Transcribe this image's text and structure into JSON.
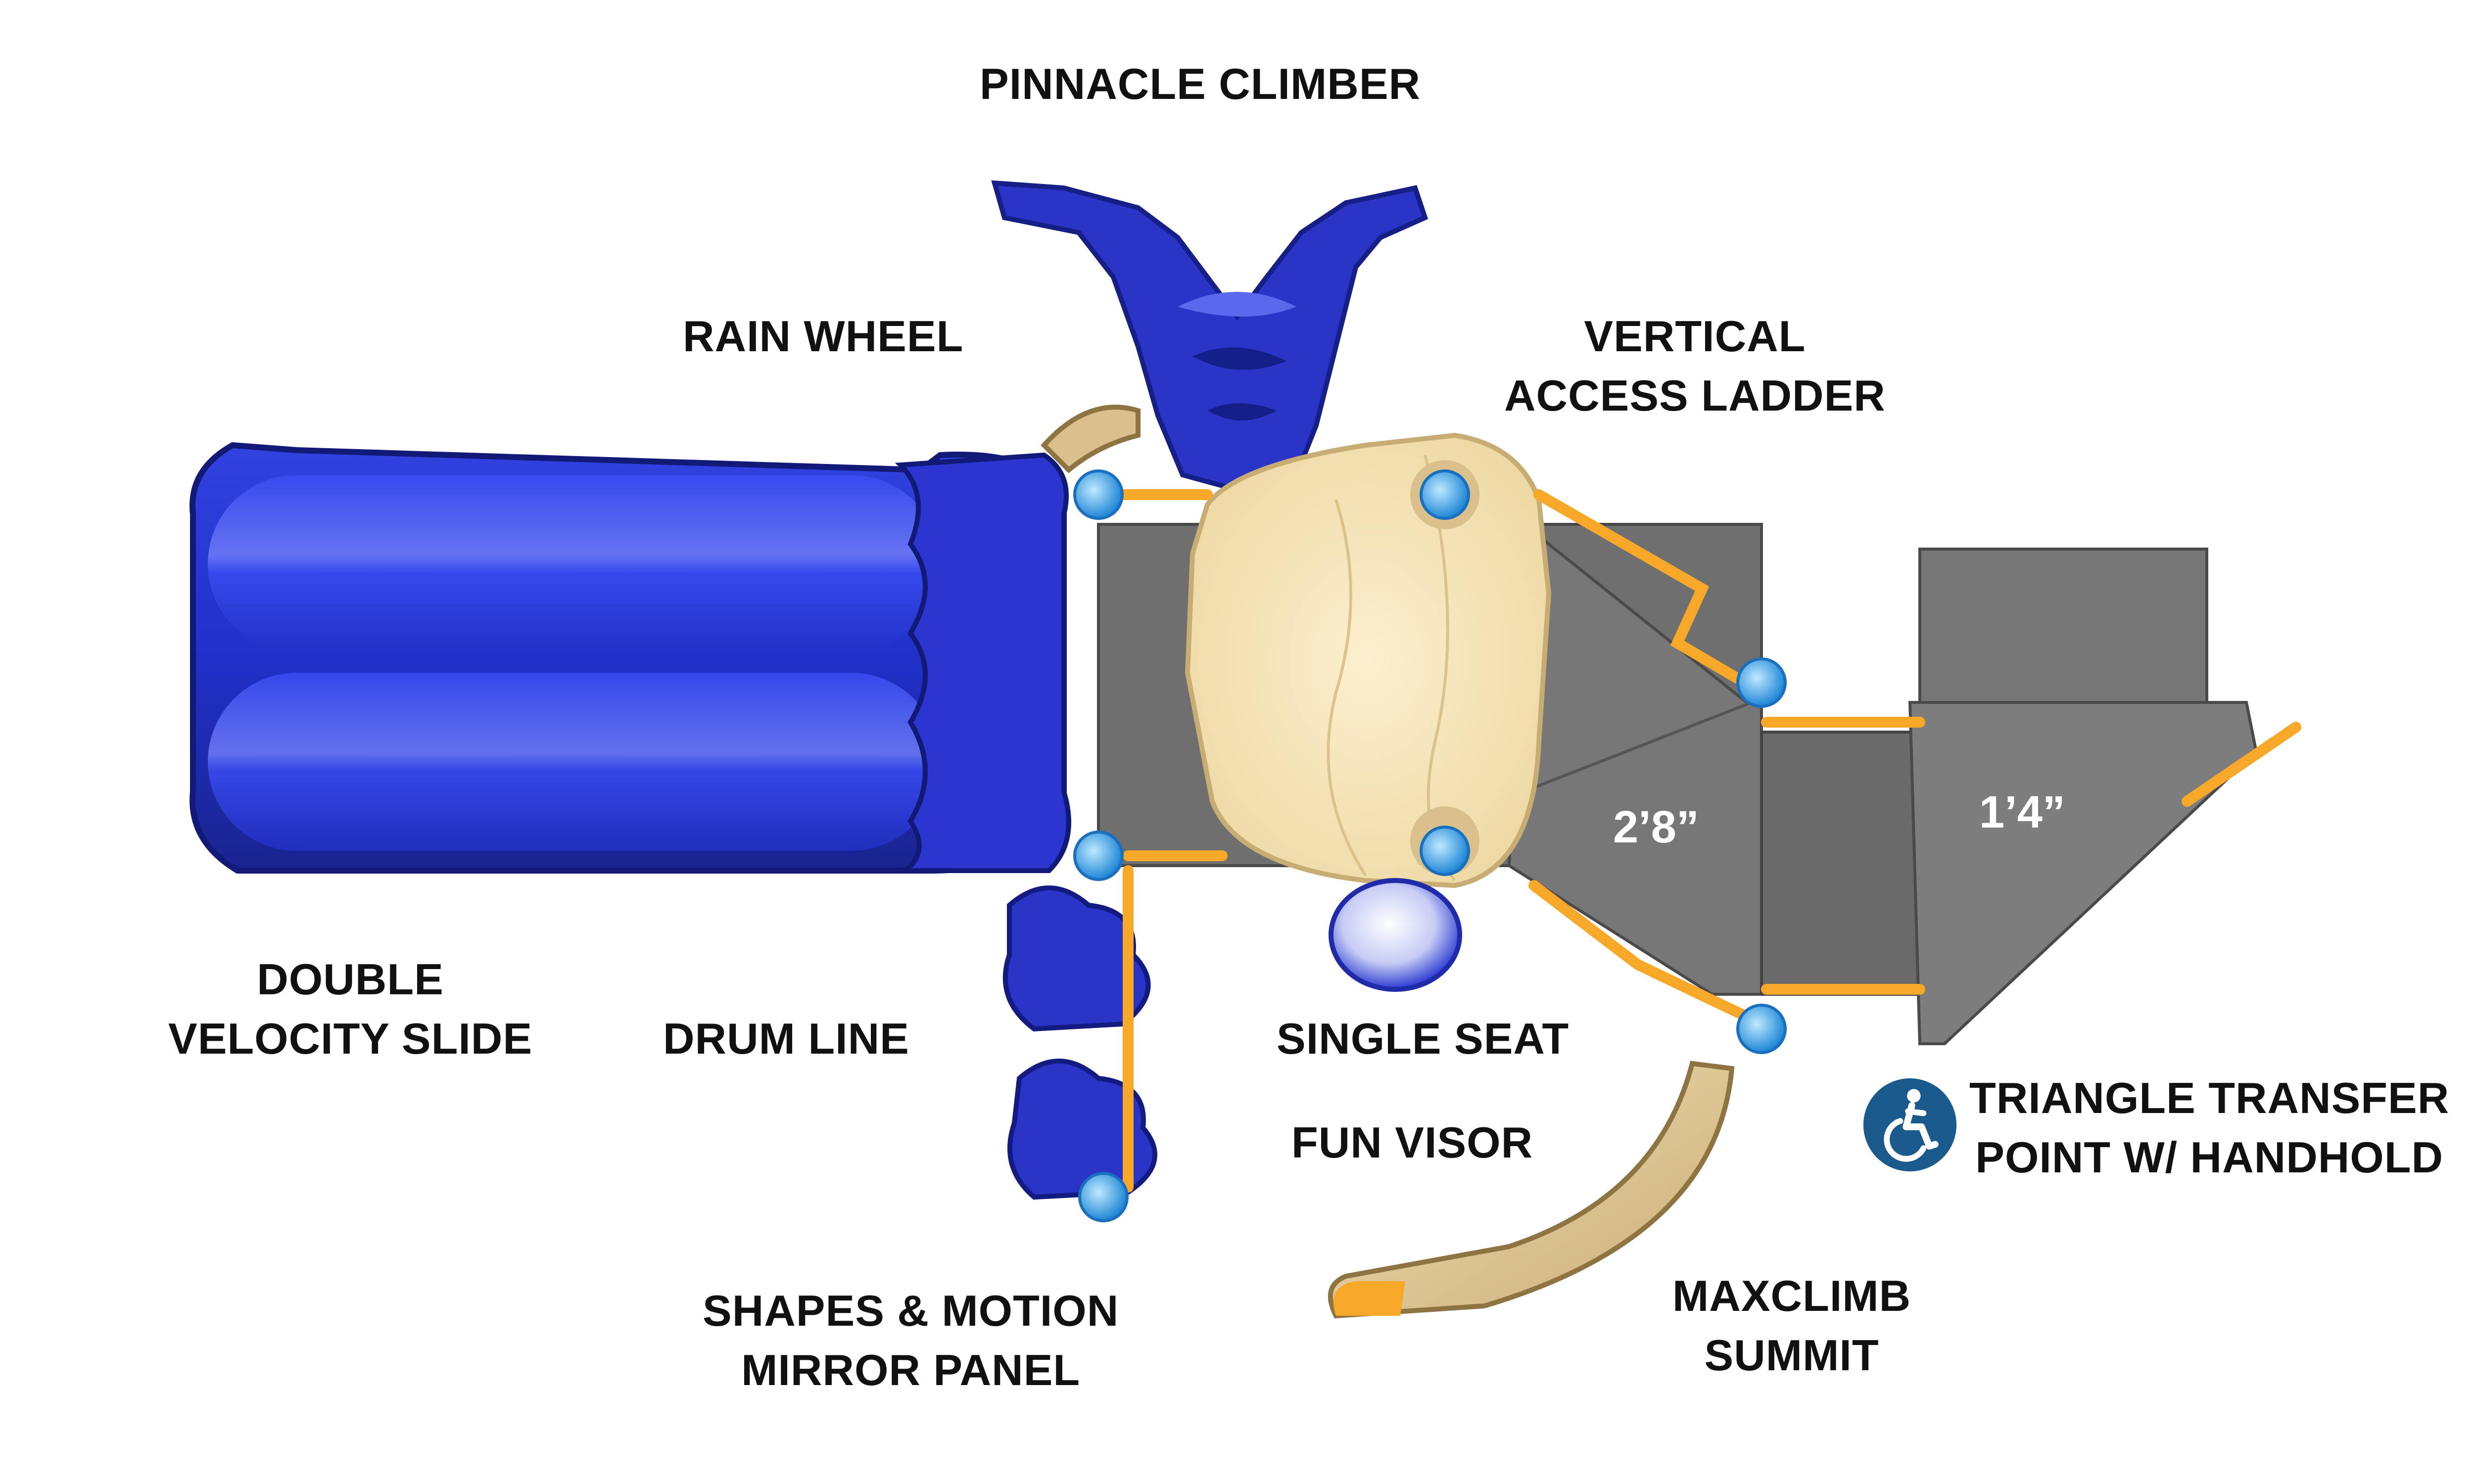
{
  "labels": {
    "pinnacle_climber": "PINNACLE CLIMBER",
    "rain_wheel": "RAIN WHEEL",
    "vertical_access_ladder": [
      "VERTICAL",
      "ACCESS LADDER"
    ],
    "double_velocity_slide": [
      "DOUBLE",
      "VELOCITY SLIDE"
    ],
    "drum_line": "DRUM LINE",
    "single_seat": "SINGLE SEAT",
    "fun_visor": "FUN VISOR",
    "triangle_transfer_point": [
      "TRIANGLE TRANSFER",
      "POINT W/ HANDHOLD"
    ],
    "shapes_motion_mirror_panel": [
      "SHAPES & MOTION",
      "MIRROR PANEL"
    ],
    "maxclimb_summit": [
      "MAXCLIMB",
      "SUMMIT"
    ]
  },
  "dimensions": {
    "deck_height_main": "2’8”",
    "deck_height_transfer": "1’4”"
  },
  "icons": {
    "accessibility": "wheelchair-accessibility-icon"
  },
  "colors": {
    "slide_blue": "#2b3bd1",
    "deck_gray": "#6e6e6e",
    "roof_tan": "#f4e2b0",
    "rail_orange": "#f7a828",
    "badge_blue": "#1a5a8c"
  }
}
